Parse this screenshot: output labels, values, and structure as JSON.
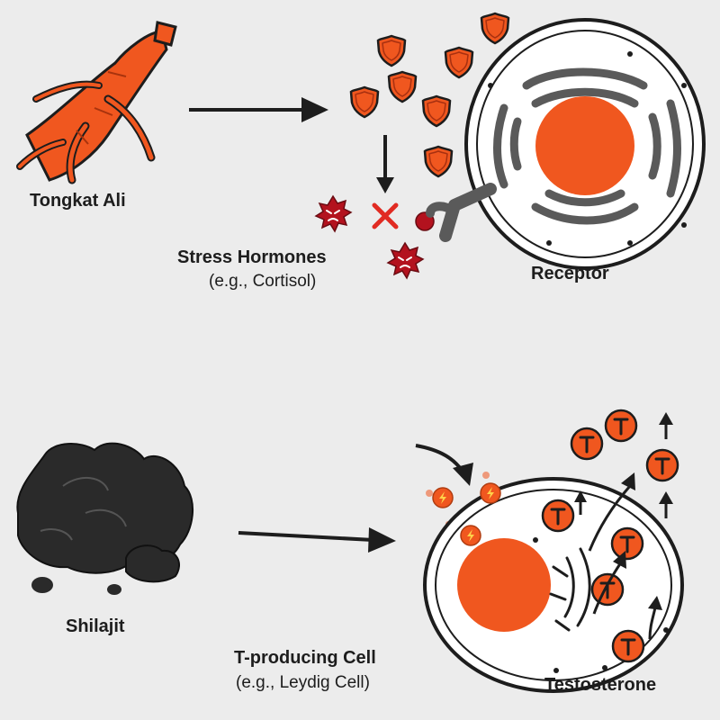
{
  "top": {
    "source_label": "Tongkat Ali",
    "hormone_label": "Stress Hormones",
    "hormone_example": "(e.g., Cortisol)",
    "receptor_label": "Receptor"
  },
  "bottom": {
    "source_label": "Shilajit",
    "cell_label": "T-producing Cell",
    "cell_example": "(e.g., Leydig Cell)",
    "product_label": "Testosterone",
    "molecule_letter": "T"
  },
  "colors": {
    "orange": "#f0571f",
    "dark_red": "#b3121e",
    "outline": "#1d1d1d",
    "background": "#ececec",
    "rock": "#2a2a2a"
  },
  "icons": [
    "root-icon",
    "shield-icon",
    "angry-cortisol-icon",
    "x-mark-icon",
    "receptor-icon",
    "cell-icon",
    "rock-icon",
    "testosterone-molecule-icon",
    "arrow-icon"
  ]
}
